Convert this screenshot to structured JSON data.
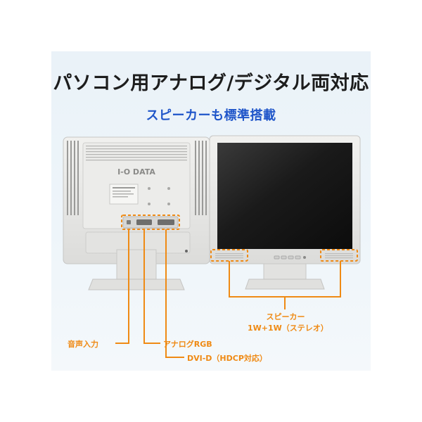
{
  "headline": "パソコン用アナログ/デジタル両対応",
  "subheadline": "スピーカーも標準搭載",
  "brand_logo": "I-O DATA",
  "callouts": {
    "audio_in": "音声入力",
    "analog_rgb": "アナログRGB",
    "dvi_d": "DVI-D（HDCP対応）",
    "speaker_title": "スピーカー",
    "speaker_spec": "1W+1W（ステレオ）"
  },
  "colors": {
    "panel_bg": "#eaf2f8",
    "accent_orange": "#ef8a14",
    "headline_blue": "#1f55c9",
    "monitor_body": "#e9e9e7",
    "screen": "#202020"
  }
}
